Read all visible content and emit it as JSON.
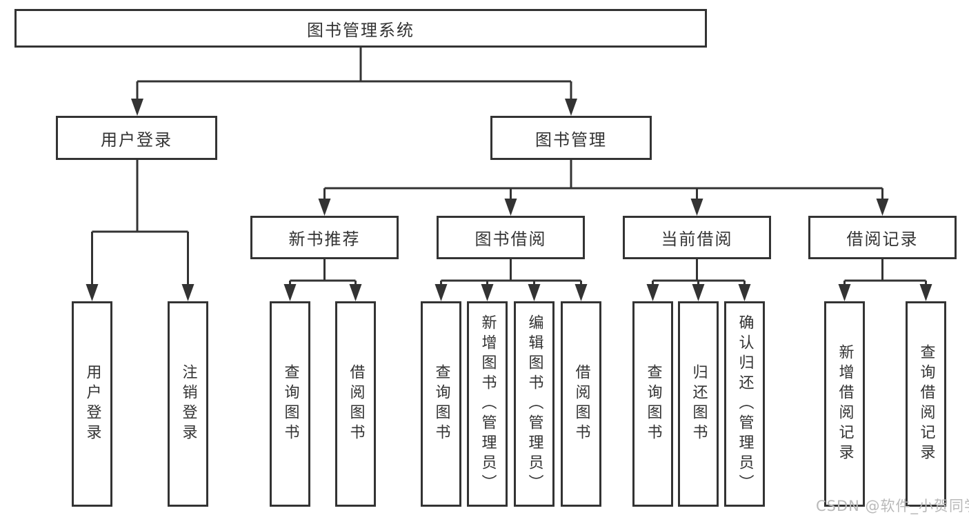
{
  "tree": {
    "label": "图书管理系统",
    "children": [
      {
        "label": "用户登录",
        "children": [
          {
            "label": "用户登录"
          },
          {
            "label": "注销登录"
          }
        ]
      },
      {
        "label": "图书管理",
        "children": [
          {
            "label": "新书推荐",
            "children": [
              {
                "label": "查询图书"
              },
              {
                "label": "借阅图书"
              }
            ]
          },
          {
            "label": "图书借阅",
            "children": [
              {
                "label": "查询图书"
              },
              {
                "label": "新增图书（管理员）"
              },
              {
                "label": "编辑图书（管理员）"
              },
              {
                "label": "借阅图书"
              }
            ]
          },
          {
            "label": "当前借阅",
            "children": [
              {
                "label": "查询图书"
              },
              {
                "label": "归还图书"
              },
              {
                "label": "确认归还（管理员）"
              }
            ]
          },
          {
            "label": "借阅记录",
            "children": [
              {
                "label": "新增借阅记录"
              },
              {
                "label": "查询借阅记录"
              }
            ]
          }
        ]
      }
    ]
  },
  "watermark": {
    "text": "CSDN @软件_小贺同学"
  },
  "colors": {
    "line": "#333333",
    "text": "#333333",
    "watermark": "#b9b9b9",
    "background": "#ffffff"
  }
}
